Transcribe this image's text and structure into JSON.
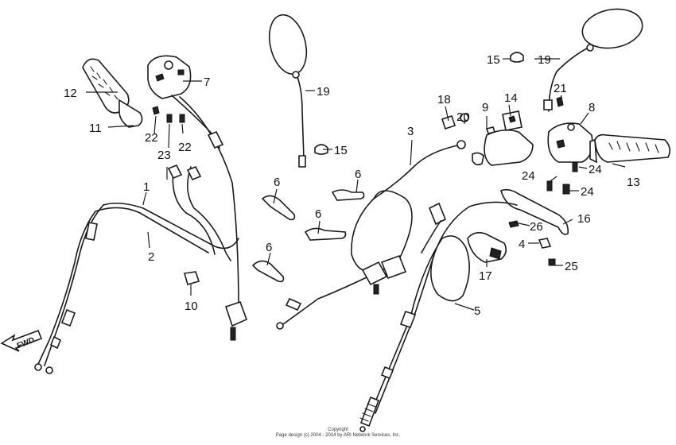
{
  "callouts": [
    {
      "id": "c1",
      "text": "1"
    },
    {
      "id": "c2",
      "text": "2"
    },
    {
      "id": "c3",
      "text": "3"
    },
    {
      "id": "c4",
      "text": "4"
    },
    {
      "id": "c5",
      "text": "5"
    },
    {
      "id": "c6a",
      "text": "6"
    },
    {
      "id": "c6b",
      "text": "6"
    },
    {
      "id": "c6c",
      "text": "6"
    },
    {
      "id": "c6d",
      "text": "6"
    },
    {
      "id": "c7",
      "text": "7"
    },
    {
      "id": "c8",
      "text": "8"
    },
    {
      "id": "c9",
      "text": "9"
    },
    {
      "id": "c10",
      "text": "10"
    },
    {
      "id": "c11",
      "text": "11"
    },
    {
      "id": "c12",
      "text": "12"
    },
    {
      "id": "c13",
      "text": "13"
    },
    {
      "id": "c14",
      "text": "14"
    },
    {
      "id": "c15a",
      "text": "15"
    },
    {
      "id": "c15b",
      "text": "15"
    },
    {
      "id": "c16",
      "text": "16"
    },
    {
      "id": "c17",
      "text": "17"
    },
    {
      "id": "c18",
      "text": "18"
    },
    {
      "id": "c19a",
      "text": "19"
    },
    {
      "id": "c19b",
      "text": "19"
    },
    {
      "id": "c20",
      "text": "20"
    },
    {
      "id": "c21",
      "text": "21"
    },
    {
      "id": "c22a",
      "text": "22"
    },
    {
      "id": "c22b",
      "text": "22"
    },
    {
      "id": "c23",
      "text": "23"
    },
    {
      "id": "c24a",
      "text": "24"
    },
    {
      "id": "c24b",
      "text": "24"
    },
    {
      "id": "c24c",
      "text": "24"
    },
    {
      "id": "c25",
      "text": "25"
    },
    {
      "id": "c26",
      "text": "26"
    }
  ],
  "direction_label": "FWD",
  "copyright": {
    "line1": "Copyright",
    "line2": "Page design (c) 2004 - 2014 by ARI Network Services, Inc."
  }
}
